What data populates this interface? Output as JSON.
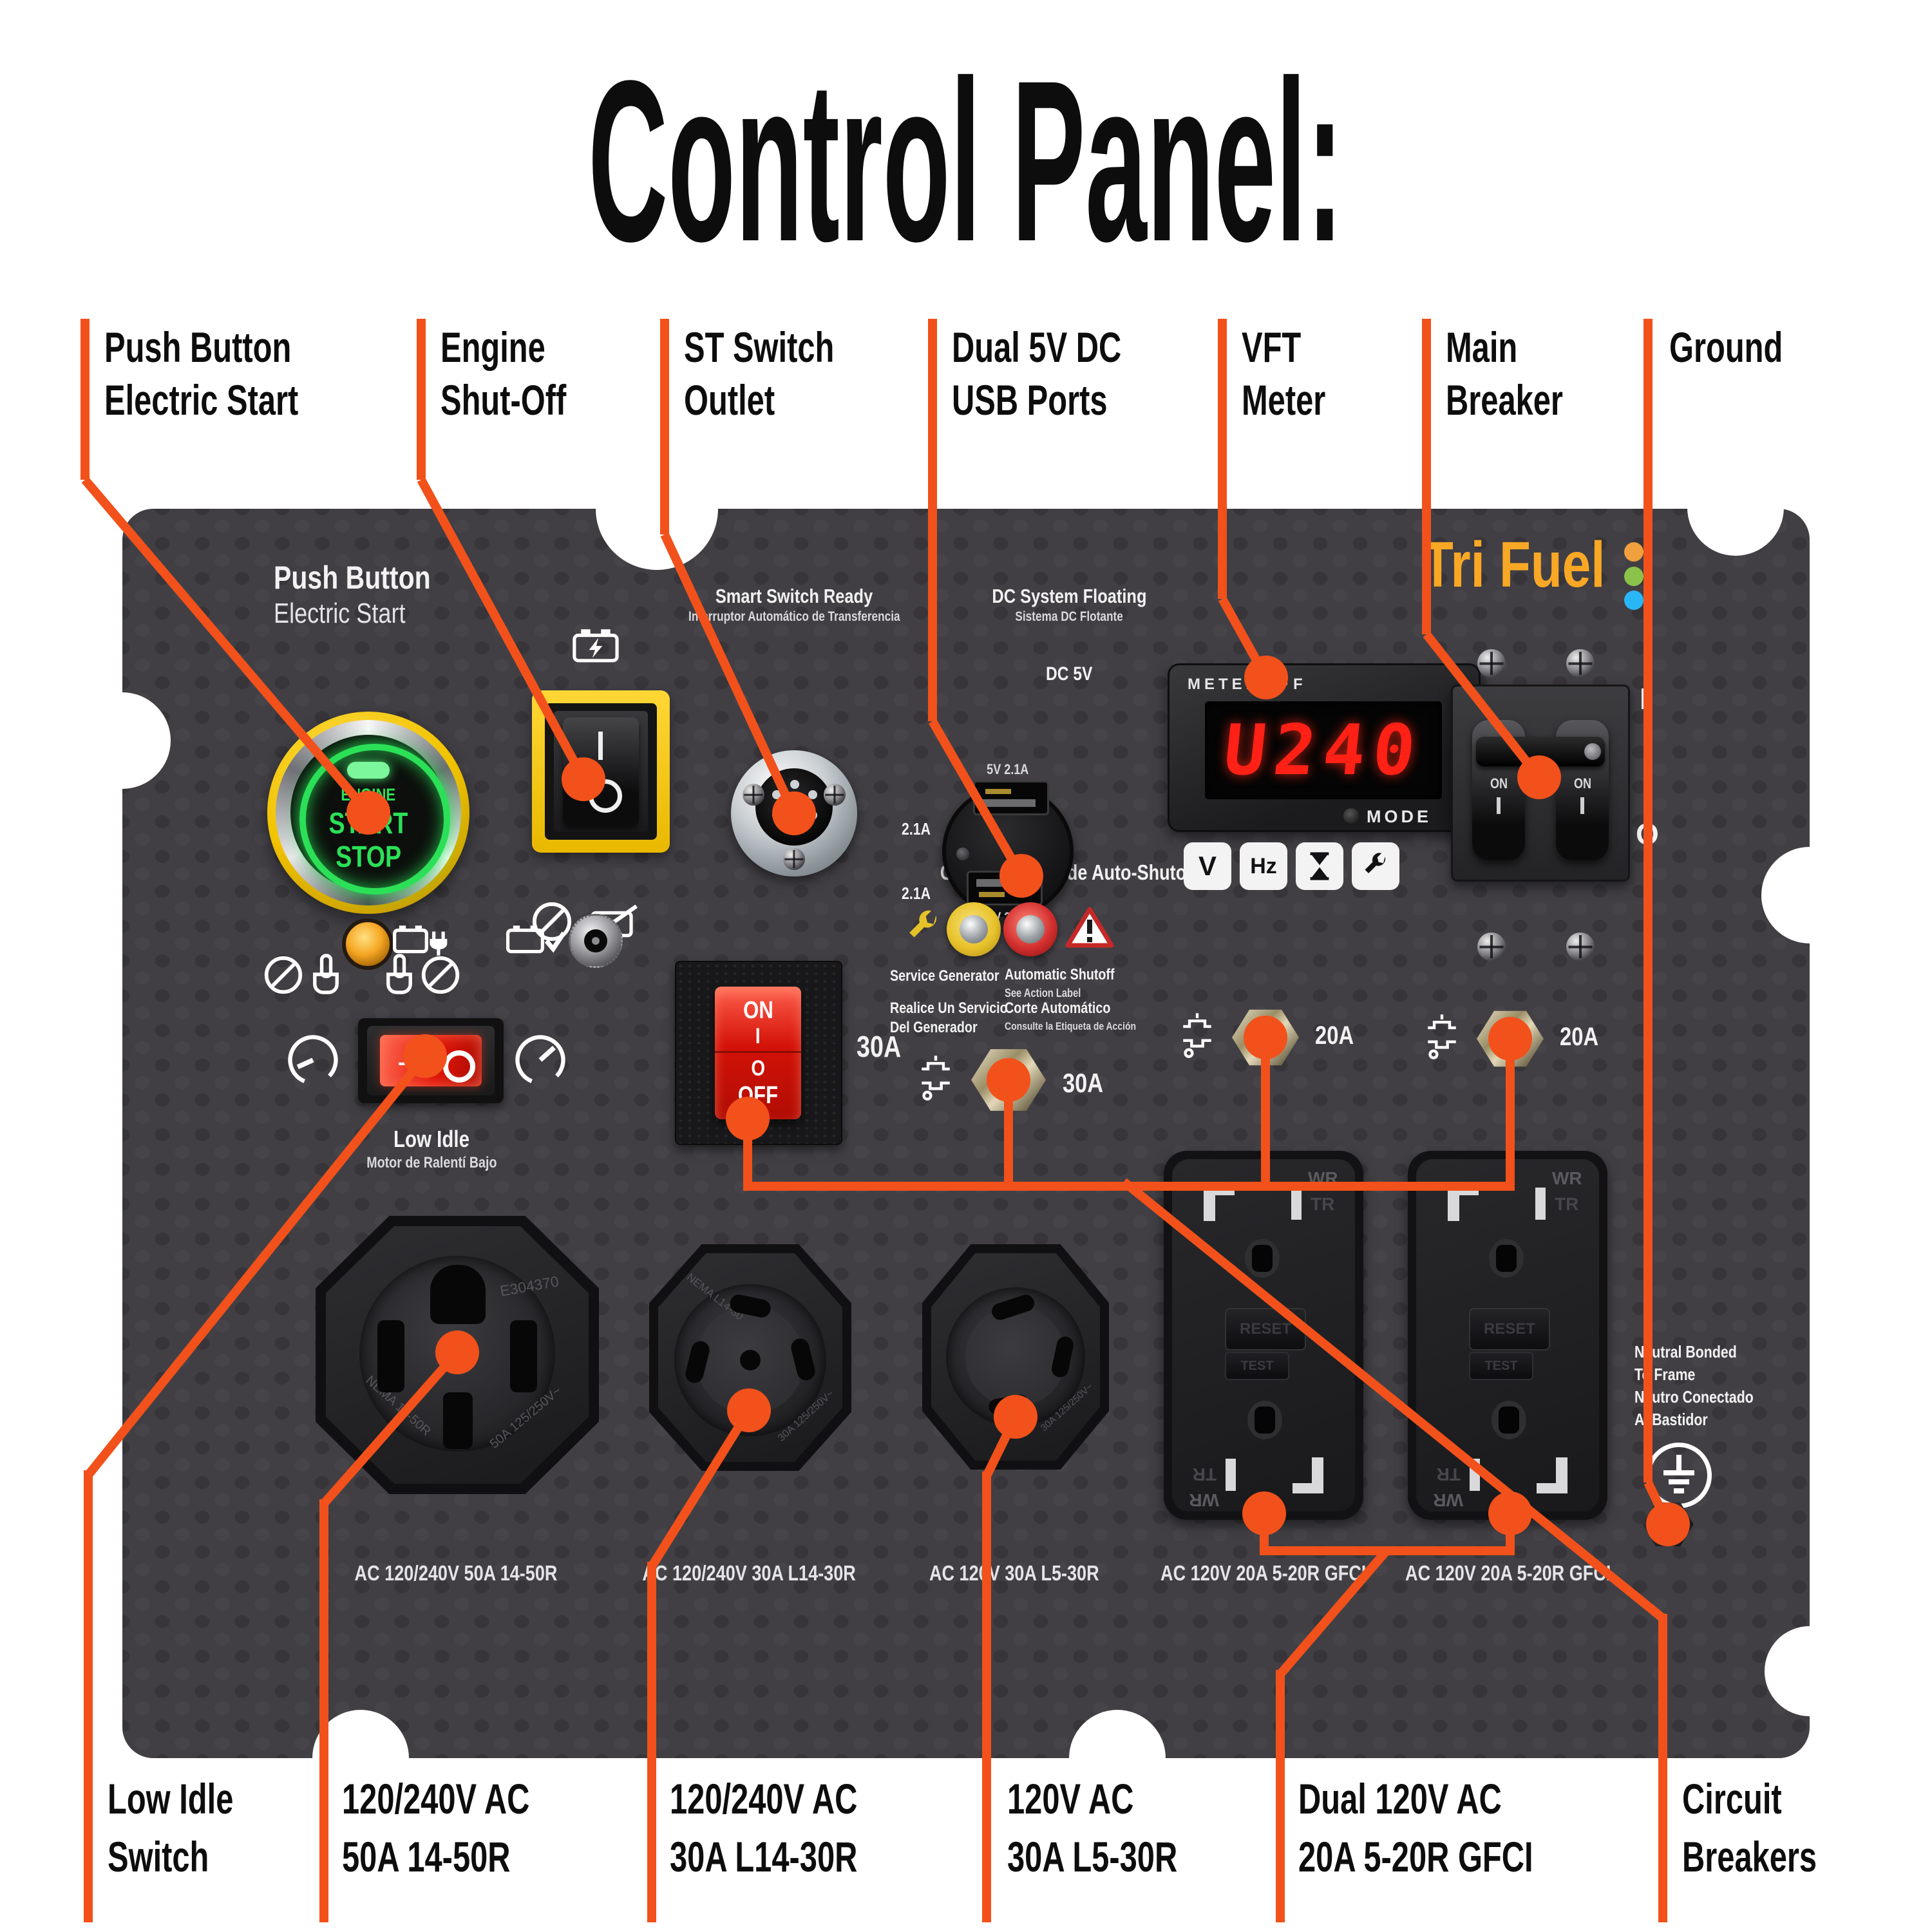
{
  "title": "Control Panel:",
  "colors": {
    "orange": "#F2511B",
    "panel_gray": "#413f44",
    "accent_yellow": "#F2C600",
    "button_green": "#23D04C",
    "display_red": "#FF2016",
    "logo_gold": "#F9A825",
    "logo_dot_orange": "#F0A03C",
    "logo_dot_green": "#8BC34A",
    "logo_dot_blue": "#29B6F6"
  },
  "top": {
    "c1l1": "Push Button",
    "c1l2": "Electric Start",
    "c2l1": "Engine",
    "c2l2": "Shut-Off",
    "c3l1": "ST Switch",
    "c3l2": "Outlet",
    "c4l1": "Dual 5V DC",
    "c4l2": "USB Ports",
    "c5l1": "VFT",
    "c5l2": "Meter",
    "c6l1": "Main",
    "c6l2": "Breaker",
    "c7l1": "Ground"
  },
  "bot": {
    "b1l1": "Low Idle",
    "b1l2": "Switch",
    "b2l1": "120/240V AC",
    "b2l2": "50A 14-50R",
    "b3l1": "120/240V AC",
    "b3l2": "30A L14-30R",
    "b4l1": "120V AC",
    "b4l2": "30A L5-30R",
    "b5l1": "Dual 120V AC",
    "b5l2": "20A 5-20R GFCI",
    "b6l1": "Circuit",
    "b6l2": "Breakers"
  },
  "panel": {
    "push_button": {
      "title": "Push Button",
      "subtitle": "Electric Start",
      "engine": "ENGINE",
      "start": "START",
      "stop": "STOP"
    },
    "smart_switch": {
      "title": "Smart Switch Ready",
      "subtitle": "Interruptor Automático de Transferencia"
    },
    "dc": {
      "title": "DC System Floating",
      "subtitle": "Sistema DC Flotante",
      "heading": "DC 5V",
      "port_top": "5V  2.1A",
      "port_bottom": "5V  2.1A",
      "side_top": "2.1A",
      "side_bottom": "2.1A"
    },
    "meter": {
      "brand": "METER·V·F",
      "value": "U240",
      "mode": "MODE",
      "btn_v": "V",
      "btn_hz": "Hz"
    },
    "logo": {
      "text": "Tri Fuel"
    },
    "main_breaker": {
      "on_left": "ON",
      "on_right": "ON",
      "sym_on": "I",
      "sym_off": "O"
    },
    "co": {
      "title": "Carbon Monoxide Auto-Shutoff",
      "service": "Service Generator",
      "service_es1": "Realice Un Servicio",
      "service_es2": "Del Generador",
      "auto": "Automatic Shutoff",
      "auto_sub": "See Action Label",
      "auto_es": "Corte Automático",
      "auto_es_sub": "Consulte la Etiqueta de Acción"
    },
    "low_idle": {
      "title": "Low Idle",
      "subtitle": "Motor de Ralentí Bajo",
      "sym_on": "–",
      "sym_off": "O"
    },
    "switch30": {
      "on": "ON",
      "i": "I",
      "o": "O",
      "off": "OFF",
      "amps": "30A"
    },
    "breaker30": {
      "amps": "30A"
    },
    "breaker20a": {
      "amps": "20A"
    },
    "breaker20b": {
      "amps": "20A"
    },
    "outlets": {
      "o1": "AC 120/240V 50A 14-50R",
      "o2": "AC 120/240V 30A L14-30R",
      "o3": "AC 120V 30A L5-30R",
      "o4": "AC 120V 20A 5-20R GFCI",
      "o5": "AC 120V 20A 5-20R GFCI",
      "o1_mark": "E304370",
      "o1_mark2": "NEMA 14-50R",
      "o1_mark3": "50A 125/250V~",
      "o2_mark": "NEMA L14-30",
      "o2_mark2": "30A 125/250V~",
      "o3_mark": "30A 125/250V~"
    },
    "gfci": {
      "wr": "WR",
      "tr": "TR",
      "reset": "RESET",
      "test": "TEST"
    },
    "neutral": {
      "l1": "Neutral Bonded",
      "l2": "To Frame",
      "l3": "Neutro Conectado",
      "l4": "Al Bastidor"
    }
  }
}
